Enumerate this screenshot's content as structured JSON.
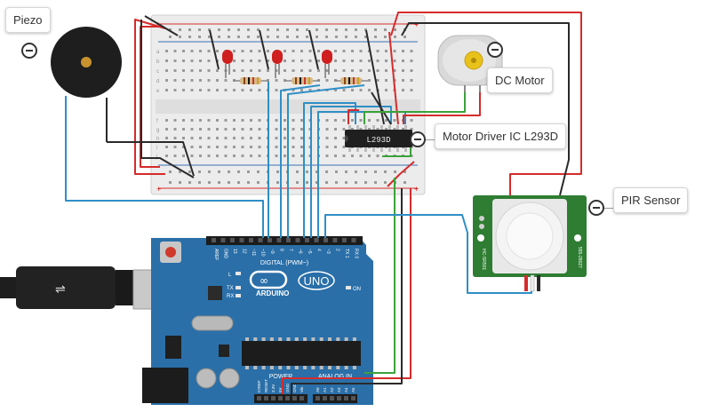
{
  "labels": {
    "piezo": "Piezo",
    "dc_motor": "DC Motor",
    "motor_driver": "Motor Driver IC L293D",
    "pir_sensor": "PIR Sensor"
  },
  "chips": {
    "l293d": "L293D"
  },
  "arduino": {
    "brand": "ARDUINO",
    "model": "UNO",
    "digital_header": "DIGITAL (PWM~)",
    "power_header": "POWER",
    "analog_header": "ANALOG IN",
    "on_label": "ON",
    "tx": "TX",
    "rx": "RX",
    "l": "L",
    "aref": "AREF",
    "gnd": "GND",
    "digital_pins": [
      "13",
      "12",
      "~11",
      "~10",
      "~9",
      "8",
      "7",
      "~6",
      "~5",
      "4",
      "~3",
      "2",
      "TX 1",
      "RX 0"
    ],
    "analog_pins": [
      "A0",
      "A1",
      "A2",
      "A3",
      "A4",
      "A5"
    ],
    "power_pins": [
      "IOREF",
      "RESET",
      "3.3V",
      "5V",
      "GND",
      "GND",
      "Vin"
    ]
  },
  "pir": {
    "side_text": "HC-SR501",
    "code_text": "555-28027"
  },
  "breadboard": {
    "rows_top": [
      "a",
      "b",
      "c",
      "d",
      "e"
    ],
    "rows_bottom": [
      "f",
      "g",
      "h",
      "i",
      "j"
    ]
  },
  "colors": {
    "wire_red": "#d62b2b",
    "wire_black": "#2a2a2a",
    "wire_blue": "#2f8fc6",
    "wire_green": "#3aa33a",
    "arduino_blue": "#2a6fa8",
    "pir_green": "#2e7d32",
    "breadboard": "#ececec"
  }
}
